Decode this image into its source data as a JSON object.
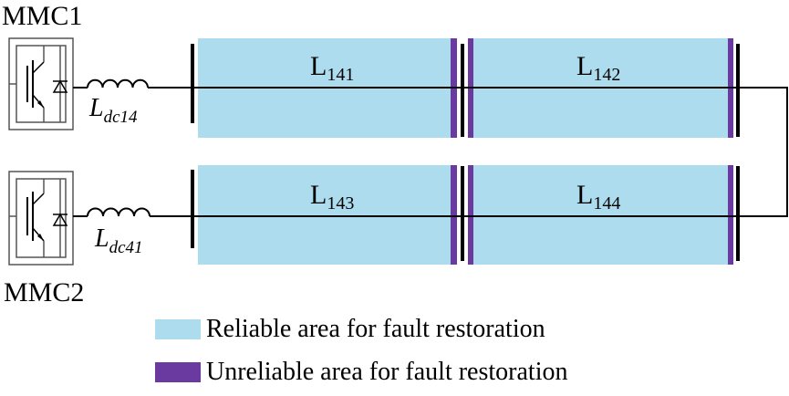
{
  "converters": [
    {
      "label": "MMC1"
    },
    {
      "label": "MMC2"
    }
  ],
  "inductors": [
    {
      "base": "L",
      "sub": "dc14"
    },
    {
      "base": "L",
      "sub": "dc41"
    }
  ],
  "lines": [
    {
      "base": "L",
      "sub": "141"
    },
    {
      "base": "L",
      "sub": "142"
    },
    {
      "base": "L",
      "sub": "143"
    },
    {
      "base": "L",
      "sub": "144"
    }
  ],
  "legend": {
    "reliable": "Reliable area for fault restoration",
    "unreliable": "Unreliable area for fault restoration"
  },
  "colors": {
    "reliable": "#aedcef",
    "unreliable": "#6a3aa0",
    "wire": "#000000",
    "box_border": "#555555"
  }
}
